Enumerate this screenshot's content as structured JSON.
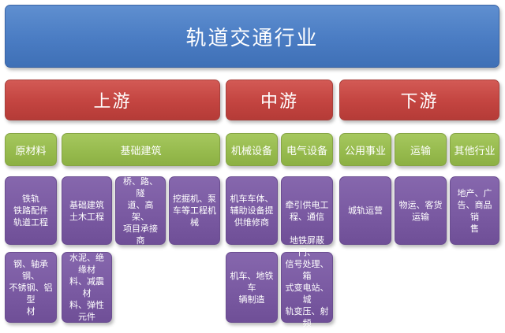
{
  "title": "轨道交通行业",
  "categories": {
    "upstream": "上游",
    "midstream": "中游",
    "downstream": "下游"
  },
  "subcategories": {
    "raw_materials": "原材料",
    "infrastructure": "基础建筑",
    "machinery": "机械设备",
    "electrical": "电气设备",
    "public_utilities": "公用事业",
    "transport": "运输",
    "other": "其他行业"
  },
  "items": {
    "raw_1": "铁轨\n铁路配件\n轨道工程",
    "raw_2": "钢、轴承钢、\n不锈钢、铝型\n材",
    "infra_1": "基础建筑\n土木工程",
    "infra_2": "桥、路、隧\n道、高架、\n项目承接商",
    "infra_3": "挖掘机、泵\n车等工程机\n械",
    "infra_4": "水泥、绝缘材\n料、减震材\n料、弹性元件",
    "mach_1": "机车车体、\n辅助设备提\n供维修商",
    "mach_2": "机车、地铁车\n辆制造",
    "elec_1": "牵引供电工\n程、通信",
    "elec_2": "地铁屏蔽门、\n信号处理、箱\n式变电站、城\n轨变压、射频\n设备",
    "pub_1": "城轨运营",
    "trans_1": "物运、客货\n运输",
    "other_1": "地产、广\n告、商品销\n售"
  }
}
